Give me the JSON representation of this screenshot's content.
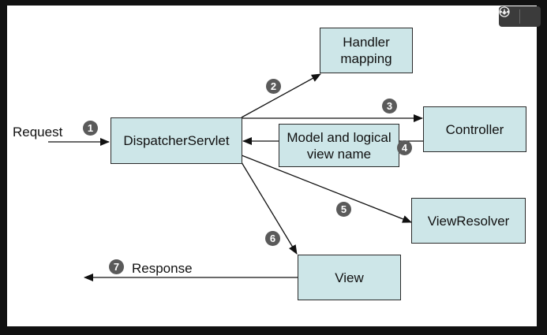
{
  "nodes": {
    "handler_mapping": "Handler\nmapping",
    "dispatcher": "DispatcherServlet",
    "controller": "Controller",
    "model_view": "Model and logical\nview name",
    "view_resolver": "ViewResolver",
    "view": "View"
  },
  "labels": {
    "request": "Request",
    "response": "Response"
  },
  "steps": [
    "1",
    "2",
    "3",
    "4",
    "5",
    "6",
    "7"
  ],
  "toolbar": {
    "download_icon": "download-icon",
    "more_icon": "more-icon"
  },
  "colors": {
    "box_fill": "#cde6e8",
    "badge": "#5a5a5a"
  }
}
